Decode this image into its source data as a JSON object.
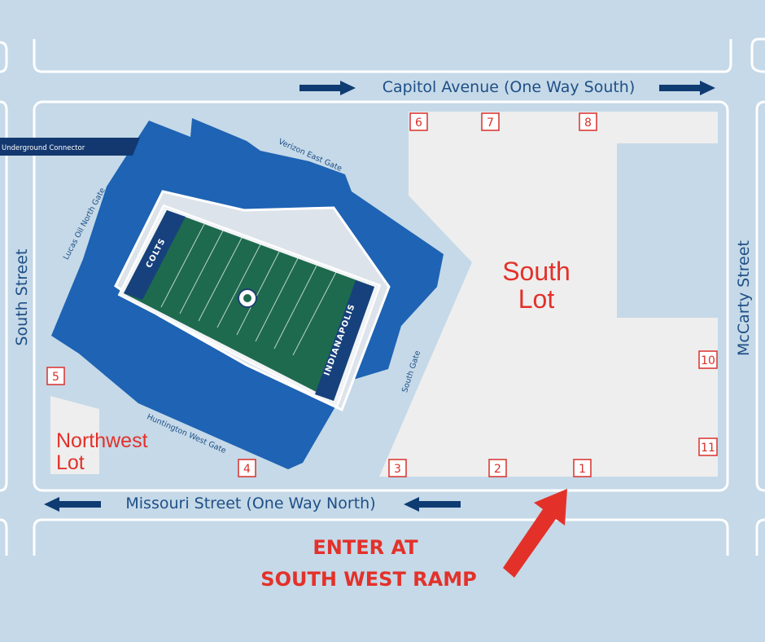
{
  "streets": {
    "capitol": "Capitol Avenue (One Way South)",
    "missouri": "Missouri Street (One Way North)",
    "south": "South Street",
    "mccarty": "McCarty Street"
  },
  "lots": {
    "south_line1": "South",
    "south_line2": "Lot",
    "northwest_line1": "Northwest",
    "northwest_line2": "Lot"
  },
  "gates": {
    "verizon_east": "Verizon East Gate",
    "lucas_oil_north": "Lucas Oil North Gate",
    "huntington_west": "Huntington West Gate",
    "south": "South Gate"
  },
  "connector": "Underground Connector",
  "endzones": {
    "north": "COLTS",
    "south": "INDIANAPOLIS"
  },
  "entrance": {
    "line1": "ENTER AT",
    "line2": "SOUTH WEST RAMP"
  },
  "gate_numbers": [
    "1",
    "2",
    "3",
    "4",
    "5",
    "6",
    "7",
    "8",
    "10",
    "11"
  ],
  "colors": {
    "background": "#c5d9e8",
    "road": "#ffffff",
    "lot": "#eeeeee",
    "stadium": "#1e63b4",
    "field": "#1e6a4e",
    "accent_red": "#e3312a",
    "arrow_navy": "#0f3b73"
  }
}
